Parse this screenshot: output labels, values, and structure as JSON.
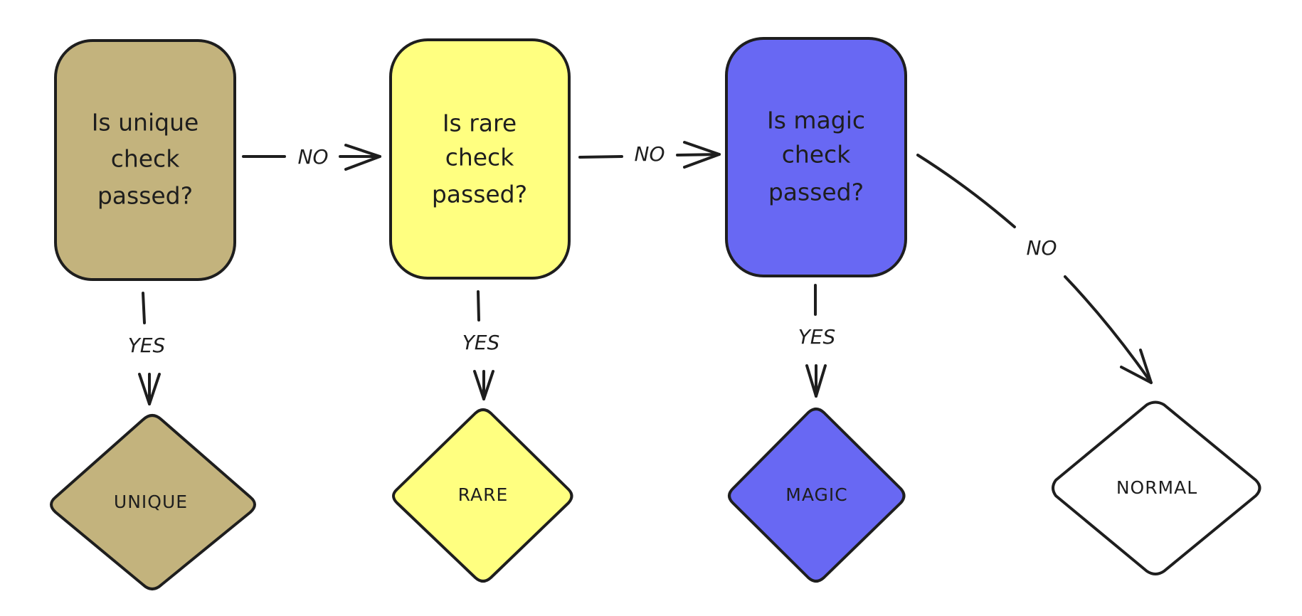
{
  "colors": {
    "unique": "#c3b37d",
    "rare": "#ffff80",
    "magic": "#6868f3",
    "normal": "#ffffff",
    "stroke": "#1e1e1e"
  },
  "decisions": [
    {
      "id": "unique",
      "lines": [
        "Is unique",
        "check",
        "passed?"
      ]
    },
    {
      "id": "rare",
      "lines": [
        "Is rare",
        "check",
        "passed?"
      ]
    },
    {
      "id": "magic",
      "lines": [
        "Is magic",
        "check",
        "passed?"
      ]
    }
  ],
  "outcomes": [
    {
      "id": "unique",
      "label": "UNIQUE"
    },
    {
      "id": "rare",
      "label": "RARE"
    },
    {
      "id": "magic",
      "label": "MAGIC"
    },
    {
      "id": "normal",
      "label": "NORMAL"
    }
  ],
  "edges": {
    "no_label": "NO",
    "yes_label": "YES"
  }
}
